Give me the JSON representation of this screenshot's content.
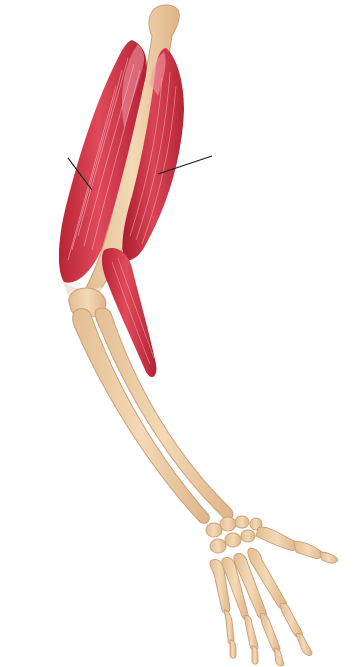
{
  "diagram": {
    "subject": "arm-muscles-and-bones",
    "colors": {
      "bone_fill": "#EDCDA5",
      "bone_stroke": "#C9A07A",
      "muscle_fill": "#D23A4B",
      "muscle_dark": "#A51E30",
      "muscle_light": "#F29AA6",
      "tendon": "#F1E1D6",
      "leader_line": "#1A1A1A"
    },
    "callouts": [
      {
        "name": "triceps-pointer",
        "target": "triceps-muscle",
        "label": ""
      },
      {
        "name": "biceps-pointer",
        "target": "biceps-muscle",
        "label": ""
      }
    ]
  }
}
